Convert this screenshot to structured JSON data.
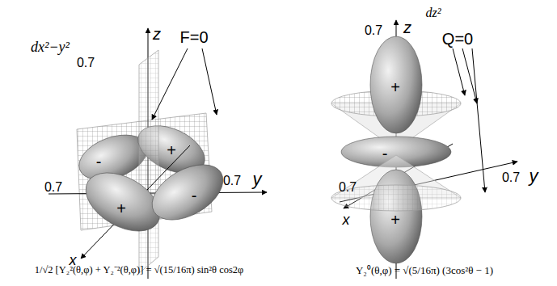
{
  "diagram": {
    "labels": [
      "dx²−y²",
      "0.7",
      "z",
      "F=0",
      "-",
      "+",
      "0.7",
      "+",
      "-",
      "0.7",
      "y",
      "x",
      "1/√2 [Y₂²(θ,φ) + Y₂⁻²(θ,φ)] = √(15/16π) sin²θ cos2φ",
      "dz²",
      "0.7",
      "z",
      "Q=0",
      "+",
      "-",
      "0.7",
      "0.7",
      "y",
      "x",
      "+",
      "Y₂⁰(θ,φ) = √(5/16π) (3cos²θ − 1)"
    ]
  }
}
